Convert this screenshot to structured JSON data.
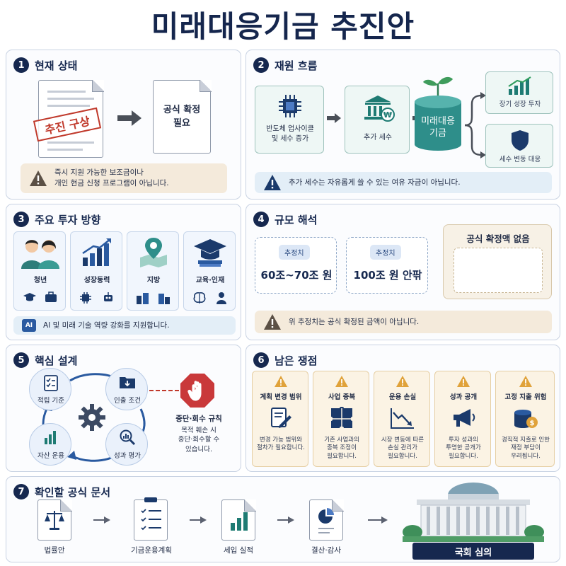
{
  "title": "미래대응기금 추진안",
  "s1": {
    "num": "1",
    "heading": "현재 상태",
    "stamp": "추진 구상",
    "doc_text": "공식 확정\n필요",
    "note": "즉시 지원 가능한 보조금이나\n개인 현금 신청 프로그램이 아닙니다."
  },
  "s2": {
    "num": "2",
    "heading": "재원 흐름",
    "chip_label": "반도체 업사이클\n및 세수 증가",
    "tax_label": "추가 세수",
    "fund_label": "미래대응\n기금",
    "out1": "장기 성장 투자",
    "out2": "세수 변동 대응",
    "note": "추가 세수는 자유롭게 쓸 수 있는 여유 자금이 아닙니다."
  },
  "s3": {
    "num": "3",
    "heading": "주요 투자 방향",
    "cards": [
      "청년",
      "성장동력",
      "지방",
      "교육·인재"
    ],
    "note": "AI 및 미래 기술 역량 강화를 지원합니다."
  },
  "s4": {
    "num": "4",
    "heading": "규모 해석",
    "est1_tag": "추정치",
    "est1_value": "60조~70조 원",
    "est2_tag": "추정치",
    "est2_value": "100조 원 안팎",
    "official": "공식 확정액 없음",
    "note": "위 추정치는 공식 확정된 금액이 아닙니다."
  },
  "s5": {
    "num": "5",
    "heading": "핵심 설계",
    "cycle": [
      "적립 기준",
      "인출 조건",
      "성과 평가",
      "자산 운용"
    ],
    "stop_title": "중단·회수 규칙",
    "stop_desc": "목적 훼손 시\n중단·회수할 수\n있습니다."
  },
  "s6": {
    "num": "6",
    "heading": "남은 쟁점",
    "issues": [
      {
        "title": "계획 변경 범위",
        "desc": "변경 가능 범위와\n절차가 필요합니다."
      },
      {
        "title": "사업 중복",
        "desc": "기존 사업과의\n중복 조정이\n필요합니다."
      },
      {
        "title": "운용 손실",
        "desc": "시장 변동에 따른\n손실 관리가\n필요합니다."
      },
      {
        "title": "성과 공개",
        "desc": "투자 성과의\n투명한 공개가\n필요합니다."
      },
      {
        "title": "고정 지출 위험",
        "desc": "경직적 지출로 인한\n재정 부담이\n우려됩니다."
      }
    ]
  },
  "s7": {
    "num": "7",
    "heading": "확인할 공식 문서",
    "items": [
      "법률안",
      "기금운용계획",
      "세입 실적",
      "결산·감사"
    ],
    "final": "국회 심의"
  },
  "colors": {
    "navy": "#16284f",
    "teal": "#2e8e8a",
    "red": "#c0392b",
    "amber": "#e0a23a"
  }
}
